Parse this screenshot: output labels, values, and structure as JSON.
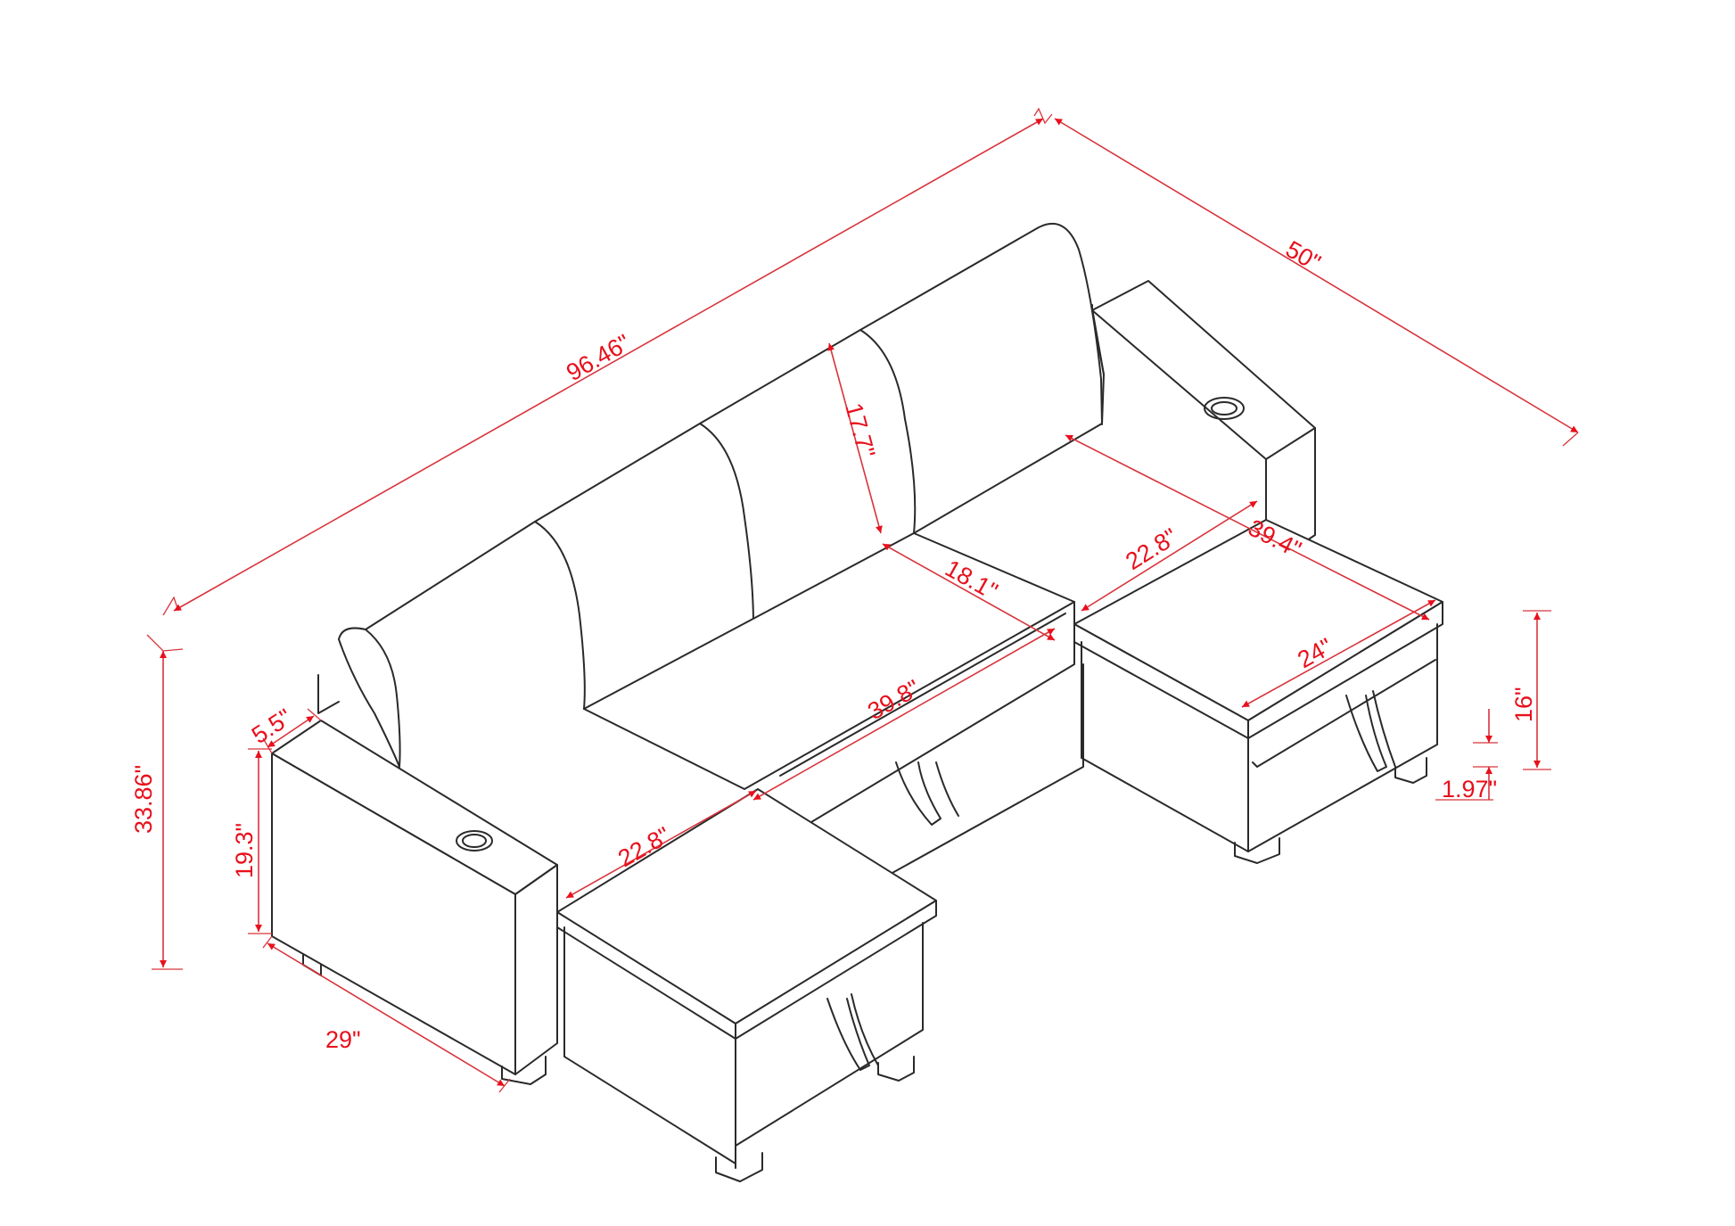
{
  "drawing": {
    "subject": "U-shaped sectional sofa with double chaise, storage and cup holders",
    "line_color": "#2a2a2a",
    "dimension_color": "#e8101c"
  },
  "dimensions": {
    "overall_length": "96.46\"",
    "overall_depth": "50\"",
    "overall_height": "33.86\"",
    "back_cushion_height": "17.7\"",
    "seat_depth": "18.1\"",
    "center_seat_width": "39.8\"",
    "left_chaise_width": "22.8\"",
    "right_chaise_width": "22.8\"",
    "chaise_length": "39.4\"",
    "chaise_front_depth": "24\"",
    "seat_height": "16\"",
    "leg_height": "1.97\"",
    "arm_height": "19.3\"",
    "arm_width": "5.5\"",
    "arm_depth": "29\""
  }
}
